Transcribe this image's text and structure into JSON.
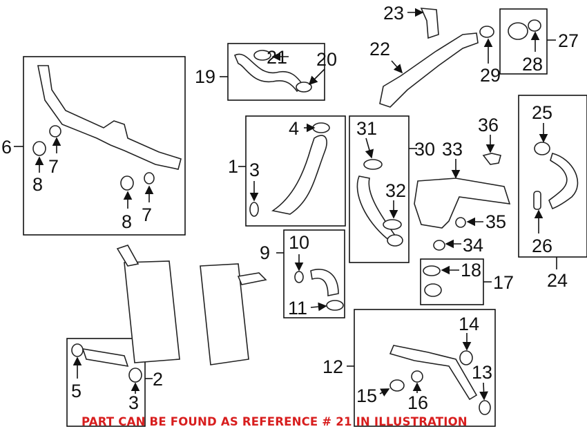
{
  "diagram": {
    "callouts": [
      "6",
      "7",
      "8",
      "8",
      "7",
      "19",
      "21",
      "20",
      "4",
      "1",
      "3",
      "31",
      "30",
      "33",
      "36",
      "25",
      "32",
      "35",
      "34",
      "26",
      "24",
      "23",
      "22",
      "29",
      "28",
      "27",
      "10",
      "9",
      "11",
      "18",
      "17",
      "14",
      "12",
      "13",
      "15",
      "16",
      "5",
      "2",
      "3"
    ],
    "notice": "PART CAN BE FOUND AS REFERENCE # 21 IN ILLUSTRATION",
    "notice_color": "#d81e1e"
  }
}
